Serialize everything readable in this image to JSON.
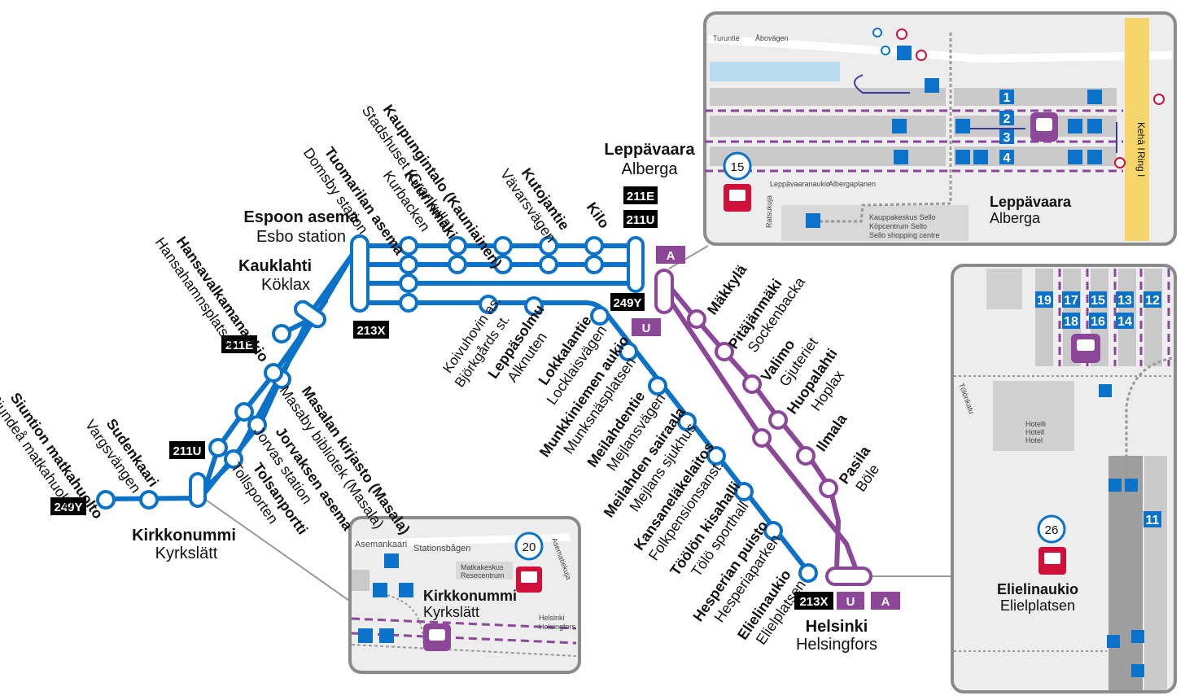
{
  "colors": {
    "bus": "#0a72c9",
    "train": "#8c4799",
    "metro_red": "#d0103a",
    "badge": "#000000",
    "inset_bg": "#ededed",
    "road_yellow": "#f6d66b"
  },
  "stations": {
    "espoo": {
      "fi": "Espoon asema",
      "sv": "Esbo station"
    },
    "kauklahti": {
      "fi": "Kauklahti",
      "sv": "Köklax"
    },
    "leppavaara": {
      "fi": "Leppävaara",
      "sv": "Alberga"
    },
    "kirkkonummi": {
      "fi": "Kirkkonummi",
      "sv": "Kyrkslätt"
    },
    "helsinki": {
      "fi": "Helsinki",
      "sv": "Helsingfors"
    }
  },
  "west_stops": [
    {
      "fi": "Siuntion matkahuolto",
      "sv": "Sjundeå matkahuolto"
    },
    {
      "fi": "Sudenkaari",
      "sv": "Vargsvängen"
    },
    {
      "fi": "Hansavalkamanaukio",
      "sv": "Hansahamnsplatsen"
    },
    {
      "fi": "Masalan kirjasto (Masala)",
      "sv": "Masaby bibliotek (Masala)"
    },
    {
      "fi": "Jorvaksen asema",
      "sv": "Jorvas station"
    },
    {
      "fi": "Tolsanportti",
      "sv": "Tollsporten"
    }
  ],
  "top_stops": [
    {
      "fi": "Tuomarilan asema",
      "sv": "Domsby station"
    },
    {
      "fi": "Kuurinmäki",
      "sv": "Kurbacken"
    },
    {
      "fi": "Kaupungintalo (Kauniainen)",
      "sv": "Stadshuset (Grankulla)"
    },
    {
      "fi": "Kutojantie",
      "sv": "Vävarsvägen"
    },
    {
      "fi": "Kilo",
      "sv": ""
    }
  ],
  "bus_213x_stops": [
    {
      "fi": "Koivuhovin as.",
      "sv": "Björkgårds st."
    },
    {
      "fi": "Leppäsolmu",
      "sv": "Alknuten"
    },
    {
      "fi": "Lokkalantie",
      "sv": "Locklaisvägen"
    },
    {
      "fi": "Munkkiniemen aukio",
      "sv": "Munksnäsplatsen"
    },
    {
      "fi": "Meilahdentie",
      "sv": "Mejlansvägen"
    },
    {
      "fi": "Meilahden sairaala",
      "sv": "Mejlans sjukhus"
    },
    {
      "fi": "Kansaneläkelaitos",
      "sv": "Folkpensionsanst."
    },
    {
      "fi": "Töölön kisahalli",
      "sv": "Tölö sporthall"
    },
    {
      "fi": "Hesperian puisto",
      "sv": "Hesperiaparken"
    },
    {
      "fi": "Elielinaukio",
      "sv": "Elielplatsen"
    }
  ],
  "train_stops": [
    {
      "fi": "Mäkkylä",
      "sv": ""
    },
    {
      "fi": "Pitäjänmäki",
      "sv": "Sockenbacka"
    },
    {
      "fi": "Valimo",
      "sv": "Gjuteriet"
    },
    {
      "fi": "Huopalahti",
      "sv": "Hoplax"
    },
    {
      "fi": "Ilmala",
      "sv": ""
    },
    {
      "fi": "Pasila",
      "sv": "Böle"
    }
  ],
  "badges": {
    "b211e_top": "211E",
    "b211u_top": "211U",
    "b249y_top": "249Y",
    "b213x_left": "213X",
    "b211e_left": "211E",
    "b211u_left": "211U",
    "b249y_left": "249Y",
    "b213x_bottom": "213X"
  },
  "train_letters": {
    "a_top": "A",
    "u_mid": "U",
    "u_bottom": "U",
    "a_bottom": "A"
  },
  "inset_leppavaara": {
    "platform_number": "15",
    "street_turuntie": "Turuntie",
    "street_abovagen": "Åbovägen",
    "square_fi": "Leppävaaranaukio",
    "square_sv": "Albergaplanen",
    "mall_fi": "Kauppakeskus Sello",
    "mall_sv": "Köpcentrum Sello",
    "mall_en": "Sello shopping centre",
    "ratsukuja": "Ratsukuja",
    "ring_fi": "Kehä I",
    "ring_sv": "Ring I",
    "tracks": [
      "1",
      "2",
      "3",
      "4"
    ],
    "label_fi": "Leppävaara",
    "label_sv": "Alberga"
  },
  "inset_kirkkonummi": {
    "platform_number": "20",
    "street_fi": "Asemankaari",
    "street_sv": "Stationsbågen",
    "market_fi": "Matkakeskus",
    "market_sv": "Resecentrum",
    "side_street": "Asematiekuja",
    "direction_fi": "Helsinki",
    "direction_sv": "Helsingfors",
    "label_fi": "Kirkkonummi",
    "label_sv": "Kyrkslätt"
  },
  "inset_helsinki": {
    "platform_number": "26",
    "tracks": [
      "19",
      "17",
      "15",
      "13",
      "12",
      "18",
      "16",
      "14",
      "11"
    ],
    "street": "Tölönkatu",
    "hotel": [
      "Hotelli",
      "Hotell",
      "Hotel"
    ],
    "label_fi": "Elielinaukio",
    "label_sv": "Elielplatsen"
  }
}
